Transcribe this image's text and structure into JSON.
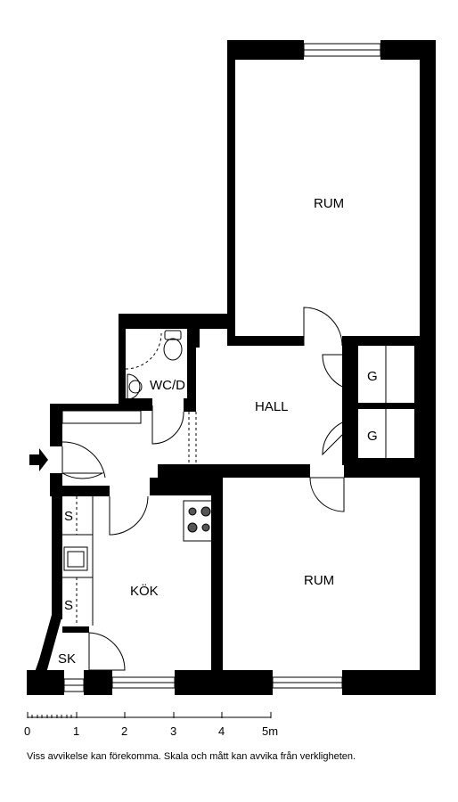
{
  "rooms": {
    "rum_top": "RUM",
    "wc": "WC/D",
    "hall": "HALL",
    "storage_1": "G",
    "storage_2": "G",
    "rum_bottom": "RUM",
    "kitchen": "KÖK",
    "cabinet_1": "S",
    "cabinet_2": "S",
    "sk": "SK"
  },
  "scale": {
    "ticks": [
      "0",
      "1",
      "2",
      "3",
      "4",
      "5m"
    ]
  },
  "disclaimer": "Viss avvikelse kan förekomma. Skala och mått kan avvika från verkligheten."
}
